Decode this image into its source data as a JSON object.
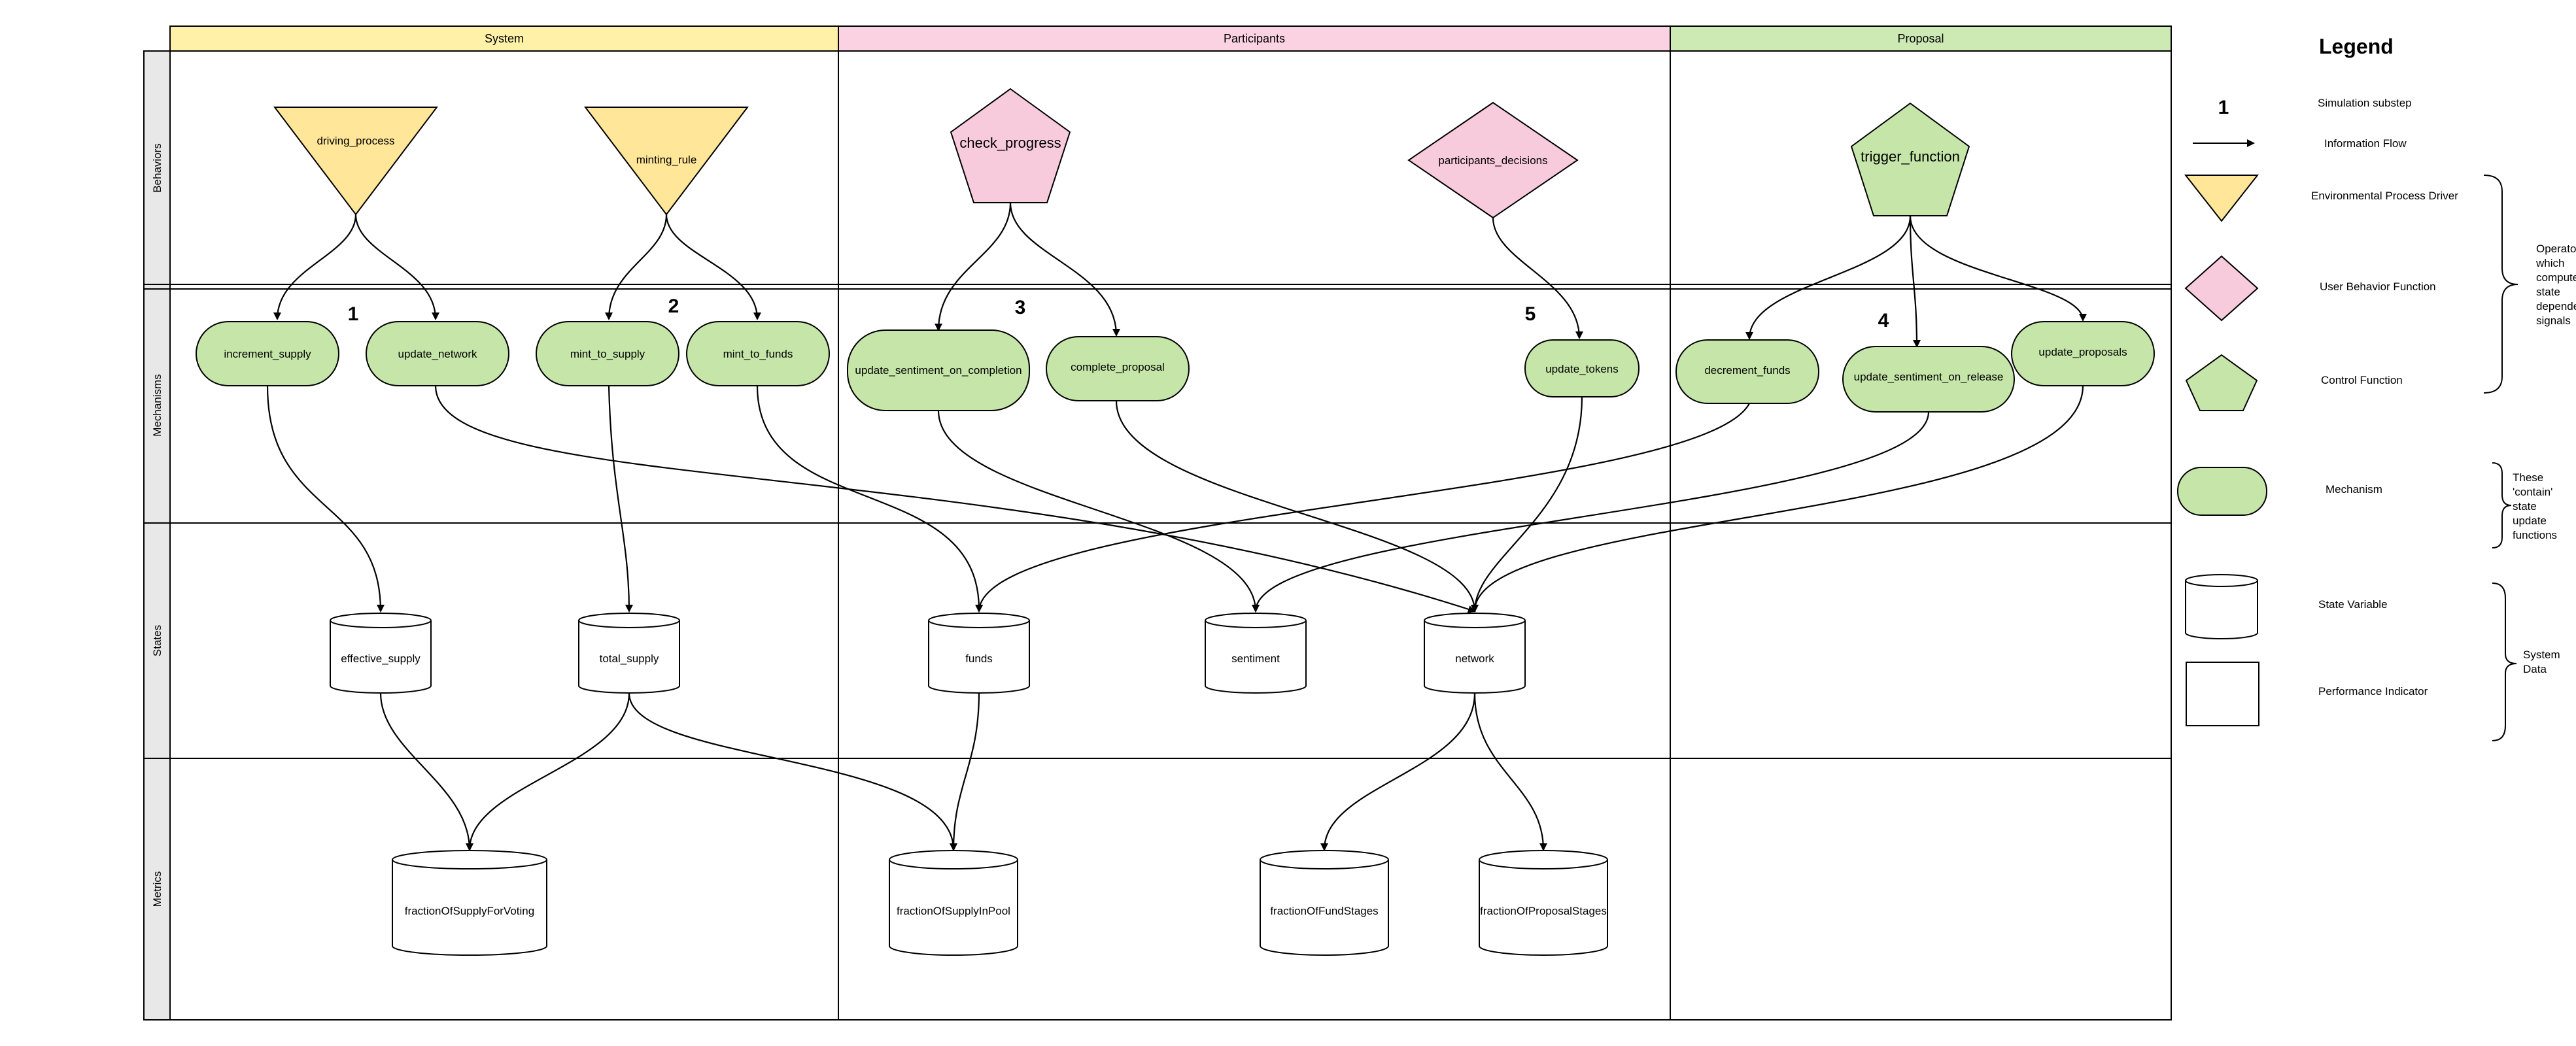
{
  "colors": {
    "system": "#fff2a8",
    "participants": "#fad2e1",
    "proposal": "#cdeab5",
    "driver": "#ffe699",
    "behavior": "#f8cbdc",
    "mechanism": "#c6e6a9",
    "control": "#c6e6a9",
    "state": "#ffffff",
    "row_header": "#e8e8e8"
  },
  "columns": {
    "system": "System",
    "participants": "Participants",
    "proposal": "Proposal"
  },
  "rows": {
    "behaviors": "Behaviors",
    "mechanisms": "Mechanisms",
    "states": "States",
    "metrics": "Metrics"
  },
  "behaviors": {
    "driving_process": "driving_process",
    "minting_rule": "minting_rule",
    "check_progress": "check_progress",
    "participants_decisions": "participants_decisions",
    "trigger_function": "trigger_function"
  },
  "mechanisms": {
    "increment_supply": "increment_supply",
    "update_network": "update_network",
    "mint_to_supply": "mint_to_supply",
    "mint_to_funds": "mint_to_funds",
    "update_sentiment_on_completion": "update_sentiment_on_completion",
    "complete_proposal": "complete_proposal",
    "update_tokens": "update_tokens",
    "decrement_funds": "decrement_funds",
    "update_sentiment_on_release": "update_sentiment_on_release",
    "update_proposals": "update_proposals"
  },
  "substeps": {
    "s1": "1",
    "s2": "2",
    "s3": "3",
    "s4": "4",
    "s5": "5"
  },
  "states": {
    "effective_supply": "effective_supply",
    "total_supply": "total_supply",
    "funds": "funds",
    "sentiment": "sentiment",
    "network": "network"
  },
  "metrics": {
    "fractionOfSupplyForVoting": "fractionOfSupplyForVoting",
    "fractionOfSupplyInPool": "fractionOfSupplyInPool",
    "fractionOfFundStages": "fractionOfFundStages",
    "fractionOfProposalStages": "fractionOfProposalStages"
  },
  "legend": {
    "title": "Legend",
    "substep_number": "1",
    "substep": "Simulation substep",
    "flow": "Information Flow",
    "driver": "Environmental Process Driver",
    "behavior": "User Behavior Function",
    "control": "Control Function",
    "mechanism": "Mechanism",
    "state": "State Variable",
    "indicator": "Performance Indicator",
    "bracket1": [
      "Operators",
      "which",
      "compute",
      "state",
      "dependent",
      "signals"
    ],
    "bracket2": [
      "These",
      "'contain'",
      "state",
      "update",
      "functions"
    ],
    "bracket3": [
      "System",
      "Data"
    ]
  }
}
